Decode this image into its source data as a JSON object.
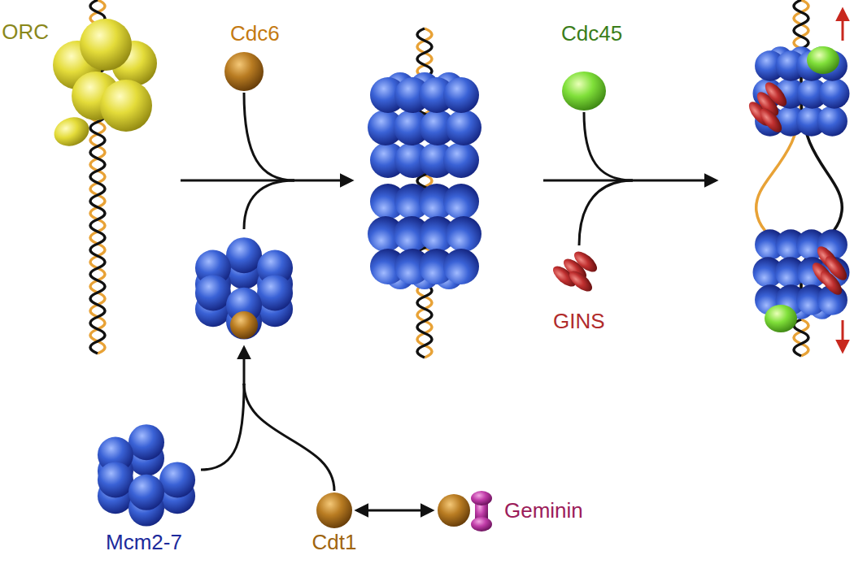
{
  "diagram": {
    "nodes": [
      {
        "text": [
          "ORC"
        ]
      },
      {
        "text": [
          "Cdc6"
        ]
      },
      {
        "text": [
          "Cdc45"
        ]
      },
      {
        "text": [
          "GINS"
        ]
      },
      {
        "text": [
          "Mcm2-7"
        ]
      },
      {
        "text": [
          "Cdt1"
        ]
      },
      {
        "text": [
          "Geminin"
        ]
      }
    ],
    "edges": [
      {
        "from": 5,
        "to": 6,
        "arrow": "both"
      }
    ]
  }
}
